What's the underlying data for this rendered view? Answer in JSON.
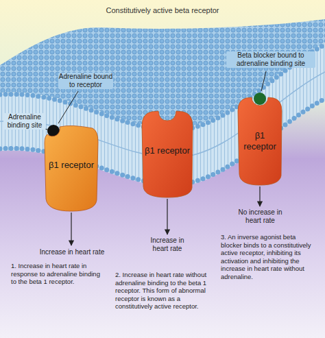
{
  "diagram": {
    "title": "Constitutively active beta receptor",
    "nodes": [
      {
        "text": [
          "β1 receptor"
        ]
      },
      {
        "text": [
          "β1 receptor"
        ]
      },
      {
        "text": [
          "β1 receptor"
        ]
      }
    ],
    "labels": [
      "Adrenaline bound to receptor",
      "Adrenaline binding site",
      "Beta blocker bound to adrenaline binding site",
      "Increase in heart rate",
      "Increase in heart rate",
      "No increase in heart rate",
      "1. Increase in heart rate in response to adrenaline binding to the beta 1 receptor.",
      "2. Increase in heart rate without adrenaline binding to the beta 1 receptor. This form of abnormal receptor is known as a constitutively active receptor.",
      "3. An inverse agonist beta blocker binds to a constitutively active receptor, inhibiting its activation and inhibiting the increase in heart rate without adrenaline."
    ]
  }
}
